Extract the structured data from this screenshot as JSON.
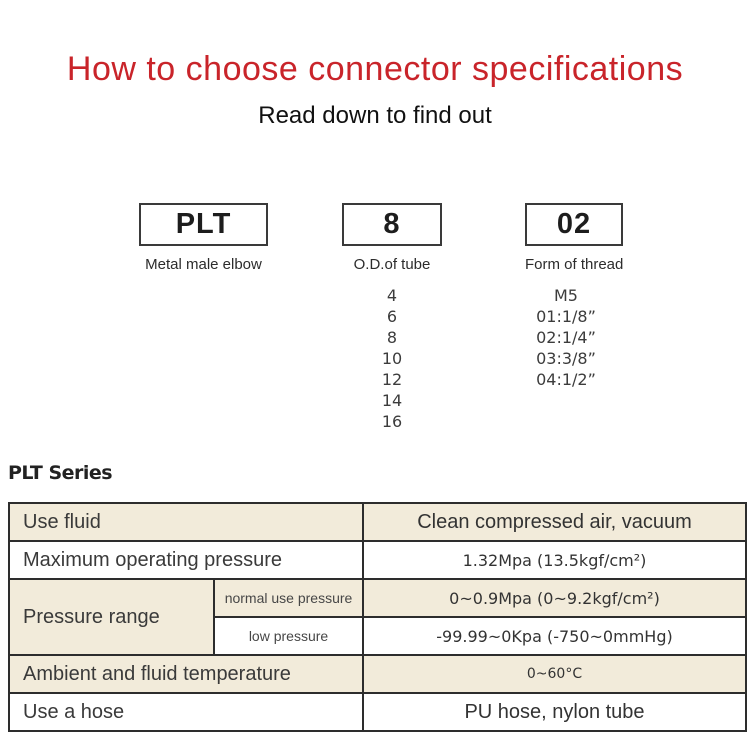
{
  "header": {
    "title": "How to choose connector specifications",
    "subtitle": "Read down to find out"
  },
  "builder": {
    "columns": [
      {
        "code": "PLT",
        "label": "Metal male elbow",
        "options": []
      },
      {
        "code": "8",
        "label": "O.D.of tube",
        "options": [
          "4",
          "6",
          "8",
          "10",
          "12",
          "14",
          "16"
        ]
      },
      {
        "code": "02",
        "label": "Form of thread",
        "options": [
          "M5",
          "01:1/8”",
          "02:1/4”",
          "03:3/8”",
          "04:1/2”"
        ]
      }
    ]
  },
  "series": {
    "heading": "PLT Series",
    "table": {
      "rows": [
        {
          "label": "Use fluid",
          "value": "Clean compressed air, vacuum"
        },
        {
          "label": "Maximum operating pressure",
          "value": "1.32Mpa (13.5kgf/cm²)"
        },
        {
          "label": "Pressure range",
          "sub": "normal use pressure",
          "value": "0~0.9Mpa (0~9.2kgf/cm²)"
        },
        {
          "sub": "low pressure",
          "value": "-99.99~0Kpa (-750~0mmHg)"
        },
        {
          "label": "Ambient and fluid temperature",
          "value": "0~60°C"
        },
        {
          "label": "Use a hose",
          "value": "PU hose, nylon tube"
        }
      ]
    }
  },
  "colors": {
    "accent_red": "#c9242a",
    "row_beige": "#f2ebda",
    "table_border": "#2d2d2d"
  }
}
